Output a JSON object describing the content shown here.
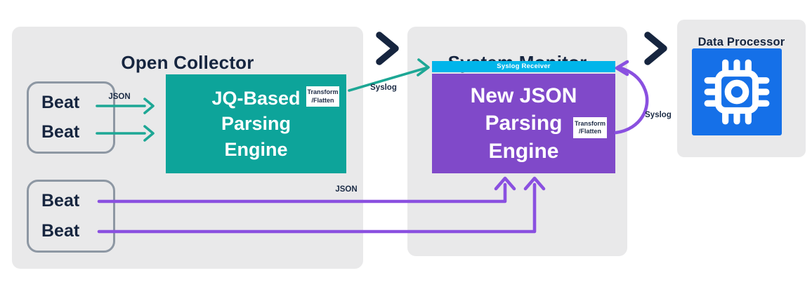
{
  "panels": {
    "open_collector": {
      "title": "Open Collector"
    },
    "system_monitor": {
      "title": "System Monitor"
    },
    "data_processor": {
      "title": "Data Processor"
    }
  },
  "beats": {
    "top": [
      "Beat",
      "Beat"
    ],
    "bottom": [
      "Beat",
      "Beat"
    ]
  },
  "engines": {
    "jq": {
      "lines": [
        "JQ-Based",
        "Parsing",
        "Engine"
      ],
      "badge": [
        "Transform",
        "/Flatten"
      ]
    },
    "json": {
      "lines": [
        "New JSON",
        "Parsing",
        "Engine"
      ],
      "badge": [
        "Transform",
        "/Flatten"
      ]
    }
  },
  "receiver": {
    "label": "Syslog Receiver"
  },
  "flow_labels": {
    "json_top": "JSON",
    "json_bottom": "JSON",
    "syslog_in": "Syslog",
    "syslog_loop": "Syslog"
  },
  "icons": {
    "chevron_right_1": "chevron-right",
    "chevron_right_2": "chevron-right",
    "processor_chip": "processor-chip"
  },
  "colors": {
    "panel_gray": "#e9e9ea",
    "navy": "#16253f",
    "teal_box": "#0da49a",
    "teal_arrow": "#1da795",
    "cyan_bar": "#00b5ea",
    "purple_box": "#8049c9",
    "purple_arrow": "#8a50e0",
    "blue_tile": "#1570e8",
    "beat_border": "#8d97a3"
  }
}
